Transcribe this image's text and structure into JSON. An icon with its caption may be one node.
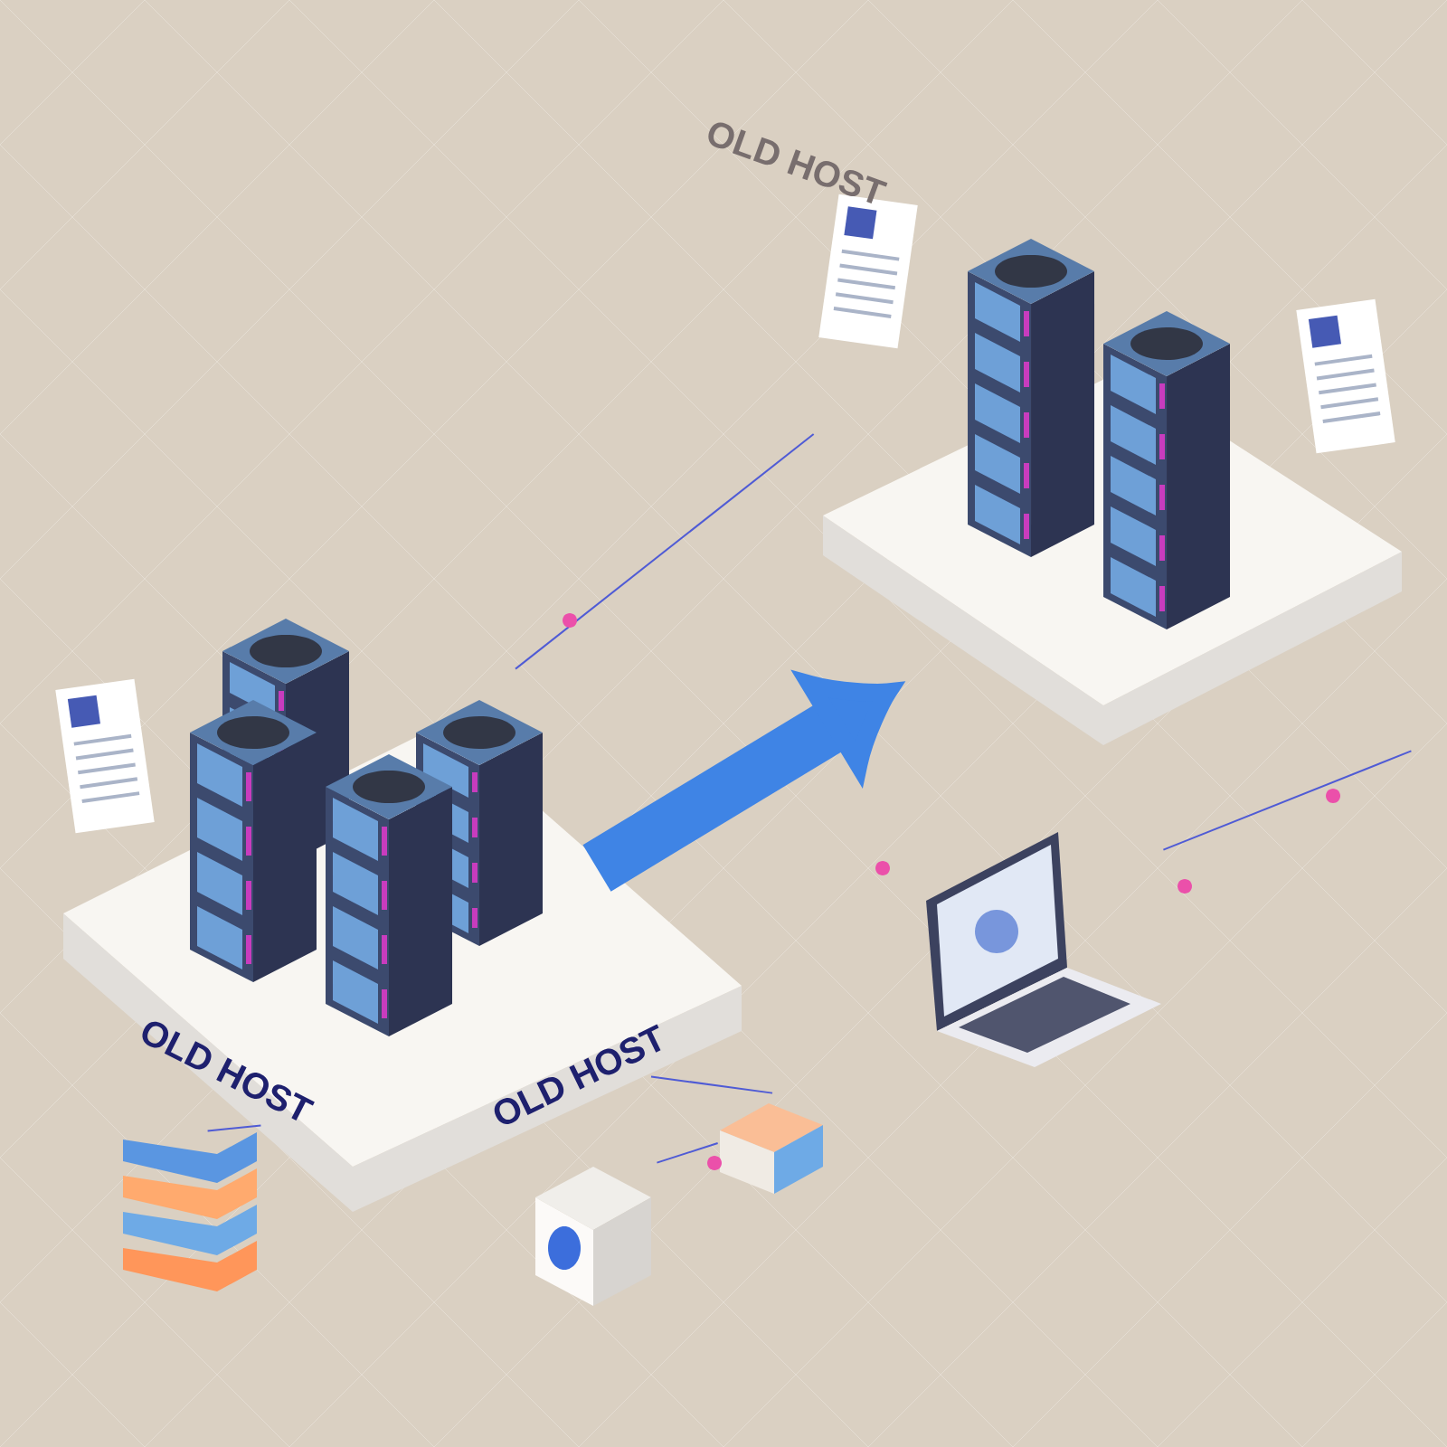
{
  "diagram": {
    "nodes": [
      {
        "text": [
          "OLD HOST",
          "OLD HOST"
        ]
      },
      {
        "text": [],
        "shape": "box"
      },
      {
        "text": [],
        "shape": "picture"
      },
      {
        "text": [],
        "shape": "picture"
      },
      {
        "text": [],
        "shape": "picture"
      },
      {
        "text": [],
        "shape": "picture"
      }
    ],
    "edges": [
      {
        "from": 0,
        "to": 1,
        "arrow": "to",
        "style": "thick",
        "color": "#3f84e5"
      },
      {
        "from": 0,
        "to": 1,
        "arrow": "none"
      },
      {
        "from": 2,
        "to": 1,
        "arrow": "none"
      },
      {
        "from": 3,
        "to": 0,
        "arrow": "none"
      },
      {
        "from": 4,
        "to": 5,
        "arrow": "none"
      },
      {
        "from": 5,
        "to": 0,
        "arrow": "none"
      }
    ],
    "labels": [
      "OLD HOST"
    ]
  }
}
